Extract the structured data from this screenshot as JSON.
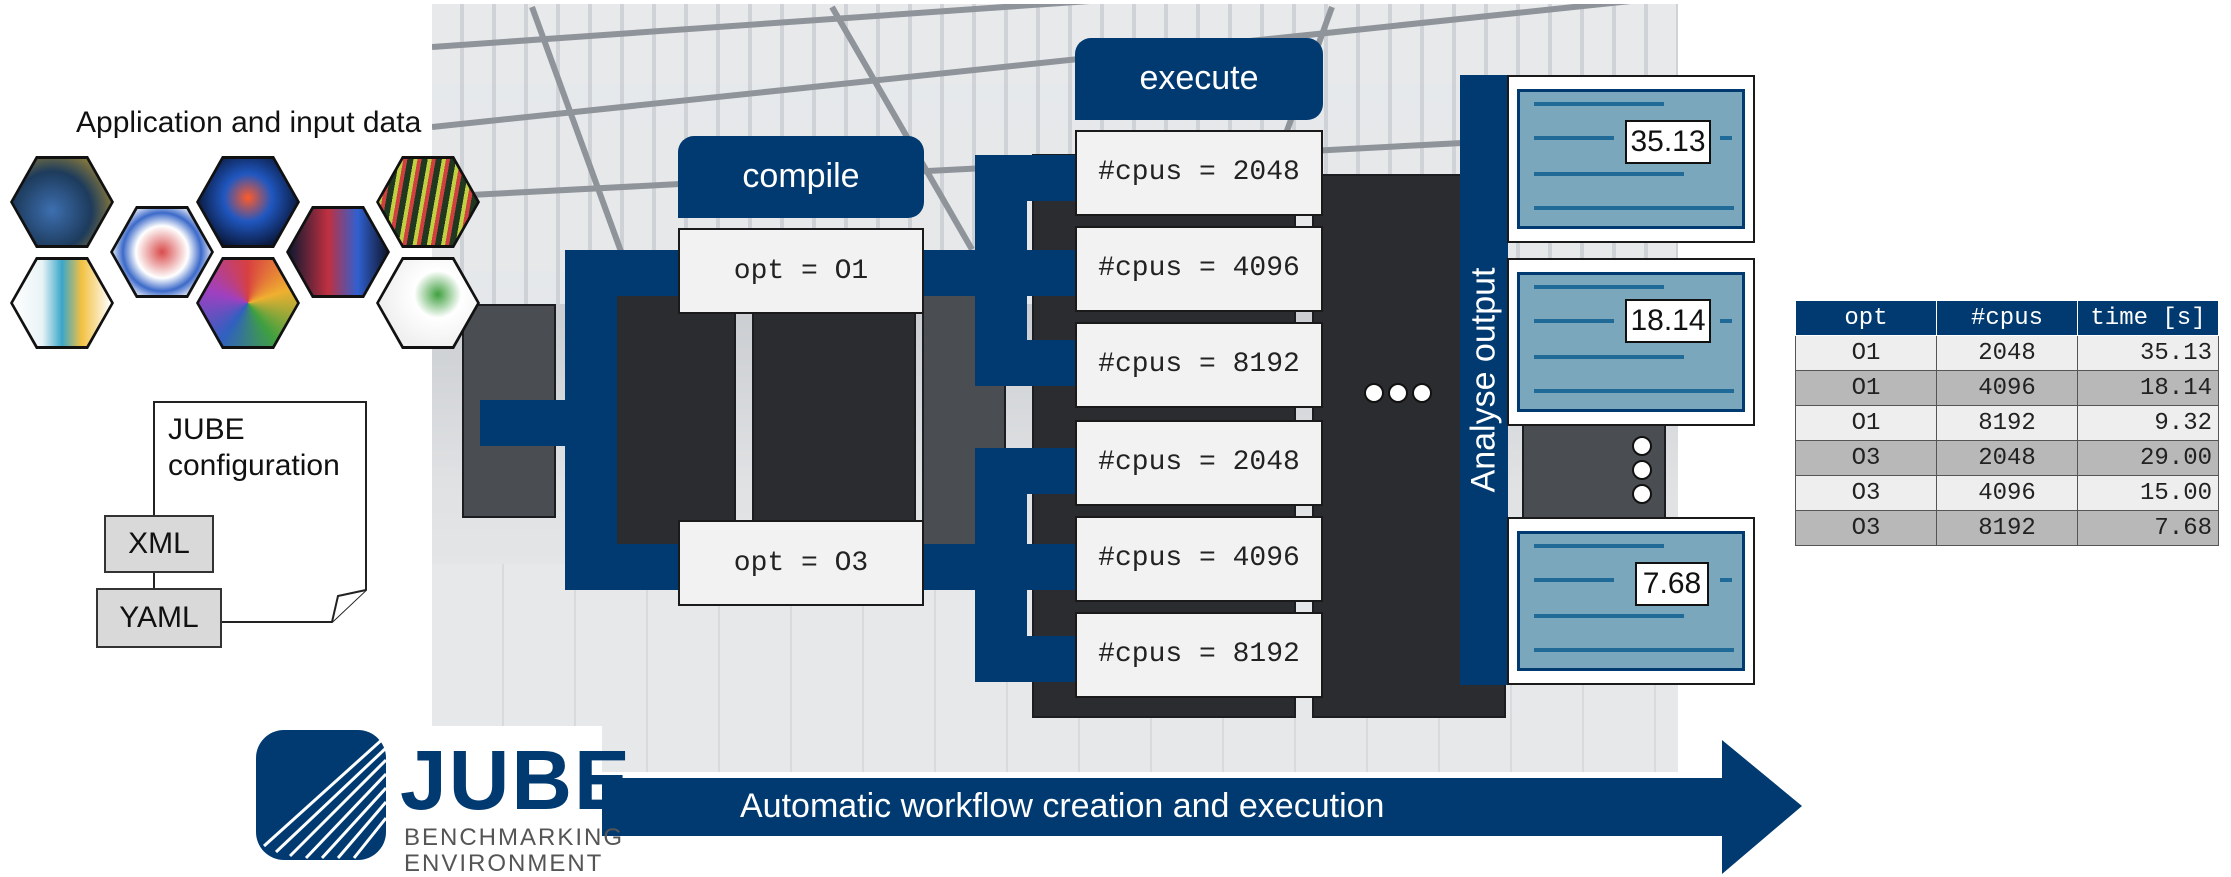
{
  "inputs": {
    "title": "Application and input data",
    "config_title_line1": "JUBE",
    "config_title_line2": "configuration",
    "formats": [
      "XML",
      "YAML"
    ]
  },
  "steps": {
    "compile": {
      "label": "compile",
      "options": [
        "opt = O1",
        "opt = O3"
      ]
    },
    "execute": {
      "label": "execute",
      "runs": [
        "#cpus = 2048",
        "#cpus = 4096",
        "#cpus = 8192",
        "#cpus = 2048",
        "#cpus = 4096",
        "#cpus = 8192"
      ]
    },
    "analyse": {
      "label": "Analyse output",
      "values": [
        "35.13",
        "18.14",
        "7.68"
      ]
    }
  },
  "table": {
    "headers": [
      "opt",
      "#cpus",
      "time [s]"
    ],
    "rows": [
      [
        "O1",
        "2048",
        "35.13"
      ],
      [
        "O1",
        "4096",
        "18.14"
      ],
      [
        "O1",
        "8192",
        "9.32"
      ],
      [
        "O3",
        "2048",
        "29.00"
      ],
      [
        "O3",
        "4096",
        "15.00"
      ],
      [
        "O3",
        "8192",
        "7.68"
      ]
    ]
  },
  "workflow": {
    "label": "Automatic workflow creation and execution"
  },
  "logo": {
    "name": "JUBE",
    "line1": "BENCHMARKING",
    "line2": "ENVIRONMENT"
  },
  "colors": {
    "navy": "#003a70",
    "panel": "#7ba7bd"
  }
}
